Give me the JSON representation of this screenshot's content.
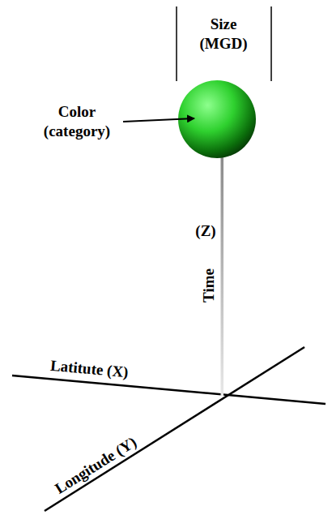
{
  "diagram": {
    "labels": [
      "Size (MGD)",
      "Color (category)",
      "(Z)",
      "Time",
      "Latitute (X)",
      "Longitude (Y)"
    ]
  }
}
